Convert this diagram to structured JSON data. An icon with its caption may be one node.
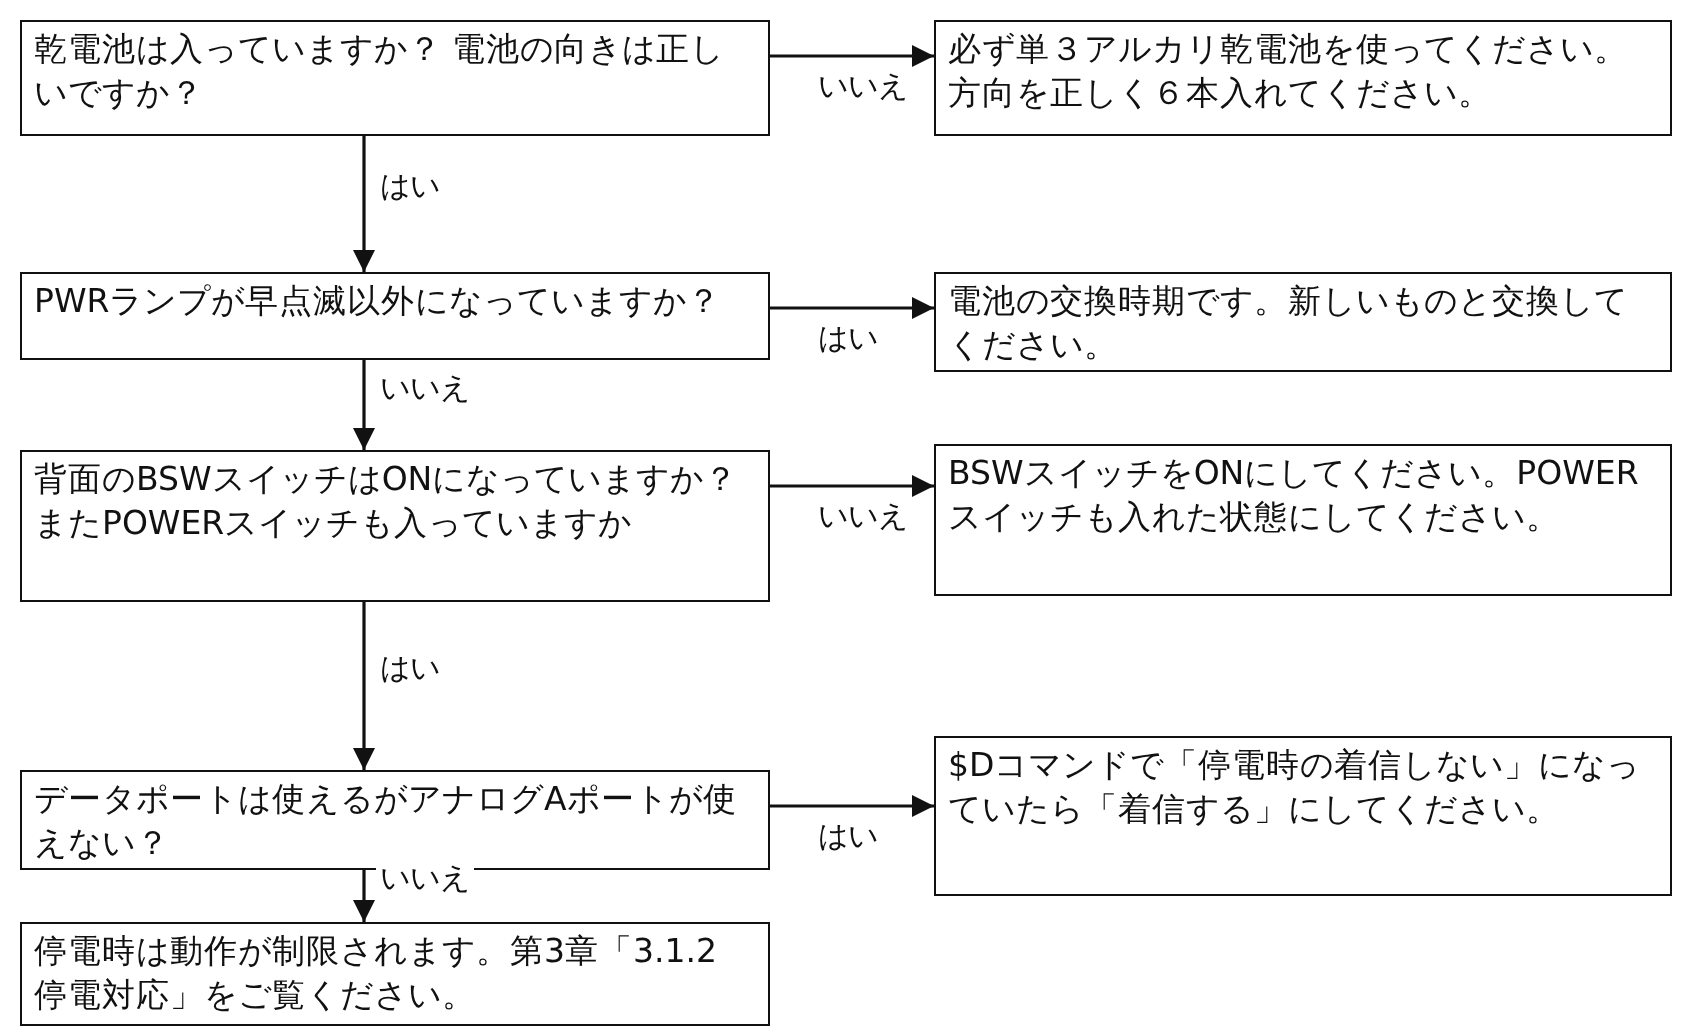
{
  "diagram": {
    "nodes": [
      {
        "text": [
          "乾電池は入っていますか？ 電池の向きは正しいですか？"
        ]
      },
      {
        "text": [
          "必ず単３アルカリ乾電池を使ってください。方向を正しく６本入れてください。"
        ]
      },
      {
        "text": [
          "PWRランプが早点滅以外になっていますか？"
        ]
      },
      {
        "text": [
          "電池の交換時期です。新しいものと交換してください。"
        ]
      },
      {
        "text": [
          "背面のBSWスイッチはONになっていますか？またPOWERスイッチも入っていますか"
        ]
      },
      {
        "text": [
          "BSWスイッチをONにしてください。POWERスイッチも入れた状態にしてください。"
        ]
      },
      {
        "text": [
          "データポートは使えるがアナログAポートが使えない？"
        ]
      },
      {
        "text": [
          "$Dコマンドで「停電時の着信しない」になっていたら「着信する」にしてください。"
        ]
      },
      {
        "text": [
          "停電時は動作が制限されます。第3章「3.1.2 停電対応」をご覧ください。"
        ]
      }
    ],
    "edges": [
      {
        "from": 0,
        "to": 1,
        "arrow": "to",
        "label": "いいえ"
      },
      {
        "from": 0,
        "to": 2,
        "arrow": "to",
        "label": "はい"
      },
      {
        "from": 2,
        "to": 3,
        "arrow": "to",
        "label": "はい"
      },
      {
        "from": 2,
        "to": 4,
        "arrow": "to",
        "label": "いいえ"
      },
      {
        "from": 4,
        "to": 5,
        "arrow": "to",
        "label": "いいえ"
      },
      {
        "from": 4,
        "to": 6,
        "arrow": "to",
        "label": "はい"
      },
      {
        "from": 6,
        "to": 7,
        "arrow": "to",
        "label": "はい"
      },
      {
        "from": 6,
        "to": 8,
        "arrow": "to",
        "label": "いいえ"
      }
    ]
  }
}
